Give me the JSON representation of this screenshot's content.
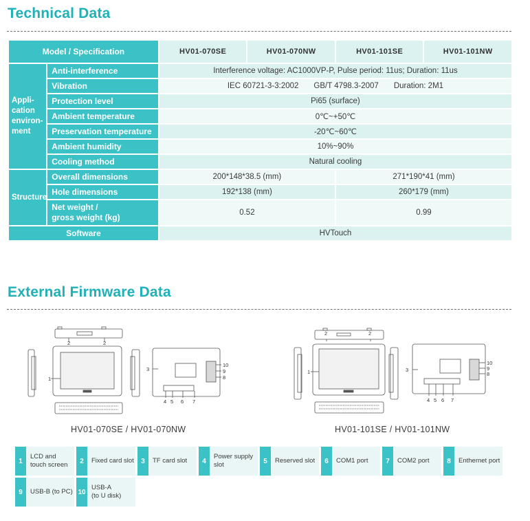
{
  "technical": {
    "title": "Technical Data",
    "header_label": "Model / Specification",
    "models": [
      "HV01-070SE",
      "HV01-070NW",
      "HV01-101SE",
      "HV01-101NW"
    ],
    "app_env": {
      "category": "Appli-\ncation\nenviron-\nment",
      "rows": [
        {
          "label": "Anti-interference",
          "value": "Interference voltage: AC1000VP-P, Pulse period: 11us; Duration: 11us"
        },
        {
          "label": "Vibration",
          "value": "IEC 60721-3-3:2002",
          "value2": "GB/T 4798.3-2007",
          "value3": "Duration: 2M1"
        },
        {
          "label": "Protection level",
          "value": "Pi65 (surface)"
        },
        {
          "label": "Ambient temperature",
          "value": "0℃~+50℃"
        },
        {
          "label": "Preservation temperature",
          "value": "-20℃~60℃"
        },
        {
          "label": "Ambient humidity",
          "value": "10%~90%"
        },
        {
          "label": "Cooling method",
          "value": "Natural cooling"
        }
      ]
    },
    "structure": {
      "category": "Structure",
      "rows": [
        {
          "label": "Overall dimensions",
          "value_7": "200*148*38.5 (mm)",
          "value_10": "271*190*41 (mm)"
        },
        {
          "label": "Hole dimensions",
          "value_7": "192*138 (mm)",
          "value_10": "260*179 (mm)"
        },
        {
          "label": "Net weight /\ngross weight (kg)",
          "value_7": "0.52",
          "value_10": "0.99"
        }
      ]
    },
    "software": {
      "label": "Software",
      "value": "HVTouch"
    }
  },
  "firmware": {
    "title": "External Firmware Data",
    "caption_7": "HV01-070SE / HV01-070NW",
    "caption_10": "HV01-101SE / HV01-101NW",
    "callouts": [
      "1",
      "2",
      "3",
      "4",
      "5",
      "6",
      "7",
      "8",
      "9",
      "10"
    ],
    "legend": [
      {
        "num": "1",
        "text": "LCD and\ntouch screen"
      },
      {
        "num": "2",
        "text": "Fixed card slot"
      },
      {
        "num": "3",
        "text": "TF card slot"
      },
      {
        "num": "4",
        "text": "Power supply\nslot"
      },
      {
        "num": "5",
        "text": "Reserved slot"
      },
      {
        "num": "6",
        "text": "COM1 port"
      },
      {
        "num": "7",
        "text": "COM2 port"
      },
      {
        "num": "8",
        "text": "Enthernet port"
      },
      {
        "num": "9",
        "text": "USB-B (to PC)"
      },
      {
        "num": "10",
        "text": "USB-A\n(to U disk)"
      }
    ]
  },
  "colors": {
    "accent": "#1eb2b8",
    "header": "#3bc2c6",
    "row_a": "#dbf2f0",
    "row_b": "#eef9f8"
  }
}
